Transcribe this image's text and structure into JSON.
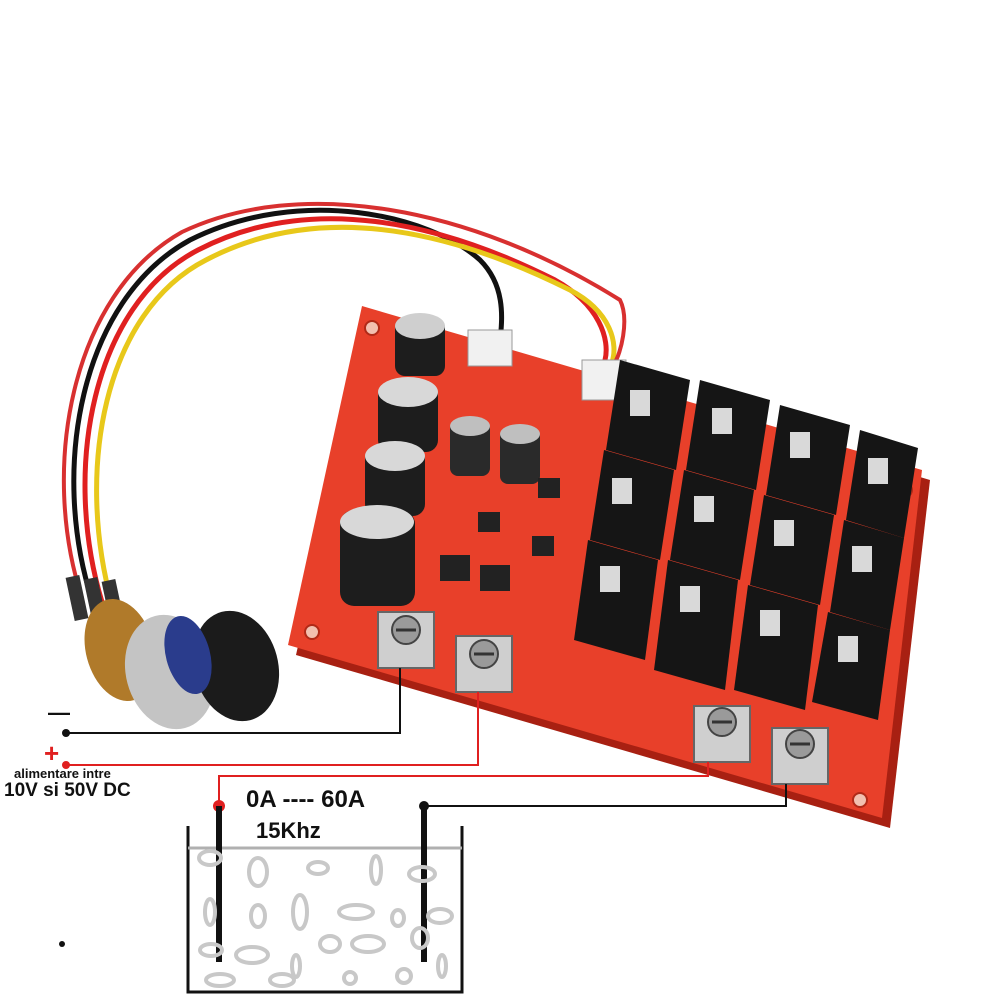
{
  "labels": {
    "minus": "—",
    "plus": "+",
    "supply_line1": "alimentare intre",
    "supply_line2": "10V si 50V DC",
    "current_range": "0A ---- 60A",
    "frequency": "15Khz"
  },
  "colors": {
    "pcb": "#e8402a",
    "pcb_dark": "#c22a18",
    "heatsink": "#151515",
    "wire_red": "#e02020",
    "wire_black": "#111111",
    "wire_yellow": "#e8c81a",
    "water_bubble": "#c8c8c8",
    "tank_line": "#111111"
  },
  "icons": [
    "potentiometer-knob-icon",
    "pwm-board-icon",
    "water-tank-icon",
    "screw-terminal-icon"
  ]
}
